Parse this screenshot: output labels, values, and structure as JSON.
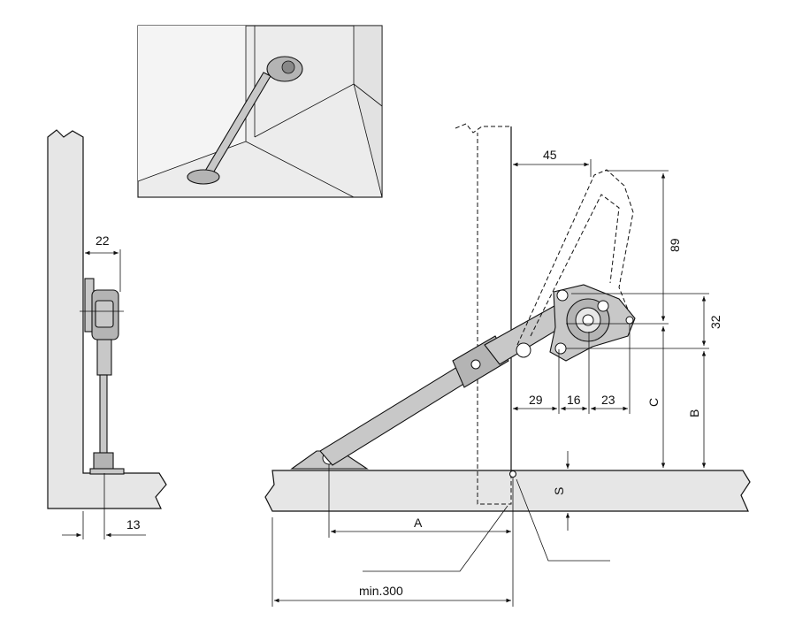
{
  "dimensions": {
    "d22": "22",
    "d13": "13",
    "d45": "45",
    "d89": "89",
    "d32": "32",
    "d29": "29",
    "d16": "16",
    "d23": "23",
    "dC": "C",
    "dB": "B",
    "dS": "S",
    "dA": "A",
    "dmin300": "min.300"
  }
}
